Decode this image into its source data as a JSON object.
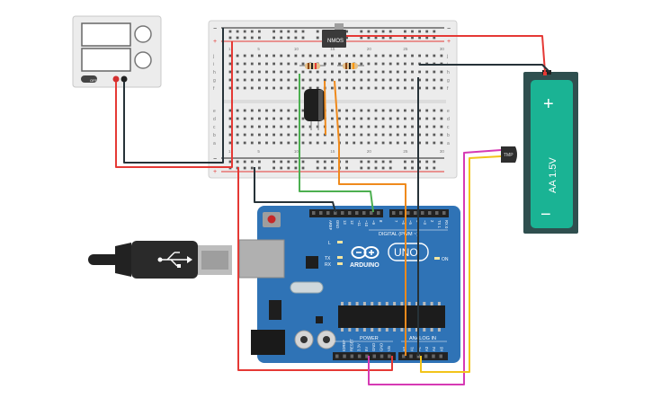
{
  "power_supply": {
    "off_label": "OFF"
  },
  "breadboard": {
    "row_letters_top": [
      "j",
      "i",
      "h",
      "g",
      "f"
    ],
    "row_letters_bottom": [
      "e",
      "d",
      "c",
      "b",
      "a"
    ],
    "col_numbers": [
      "1",
      "5",
      "10",
      "15",
      "20",
      "25",
      "30"
    ],
    "rail_plus": "+",
    "rail_minus": "−"
  },
  "mosfet": {
    "label": "NMOS"
  },
  "battery": {
    "label": "AA 1.5V",
    "plus": "+",
    "minus": "−"
  },
  "sensor": {
    "label": "TMP"
  },
  "arduino": {
    "brand": "ARDUINO",
    "model": "UNO",
    "digital_label": "DIGITAL (PWM ~)",
    "analog_label": "ANALOG IN",
    "power_label": "POWER",
    "on_label": "ON",
    "led_l": "L",
    "led_tx": "TX",
    "led_rx": "RX",
    "top_pins": [
      "AREF",
      "GND",
      "13",
      "12",
      "~11",
      "~10",
      "~9",
      "8",
      "7",
      "~6",
      "~5",
      "4",
      "~3",
      "2",
      "TX 1",
      "RX 0"
    ],
    "power_pins": [
      "IOREF",
      "RESET",
      "3.3V",
      "5V",
      "GND",
      "GND",
      "Vin"
    ],
    "analog_pins": [
      "A0",
      "A1",
      "A2",
      "A3",
      "A4",
      "A5"
    ]
  },
  "colors": {
    "wire_red": "#e53935",
    "wire_black": "#263238",
    "wire_green": "#4caf50",
    "wire_orange": "#ef8a1c",
    "wire_magenta": "#d63ab4",
    "wire_yellow": "#f2c41a",
    "arduino_board": "#2f73b6",
    "breadboard": "#ececec",
    "battery": "#2f4f4f",
    "battery_label": "#1ab394"
  }
}
